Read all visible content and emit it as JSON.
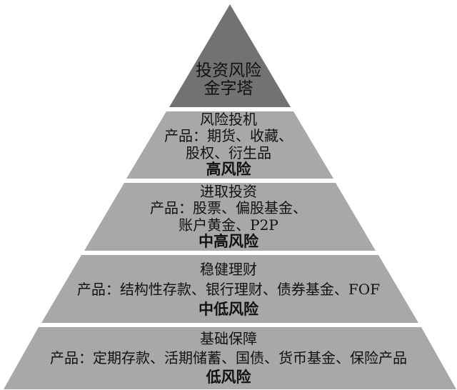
{
  "colors": {
    "apex_fill": "#727272",
    "tier_fill": "#a8a8a8",
    "background": "#ffffff",
    "text": "#111111"
  },
  "pyramid": {
    "title": {
      "line1": "投资风险",
      "line2": "金字塔"
    },
    "tiers": [
      {
        "name": "风险投机",
        "products_line1": "产品：期货、收藏、",
        "products_line2": "股权、衍生品",
        "risk_label": "高风险"
      },
      {
        "name": "进取投资",
        "products_line1": "产品：股票、偏股基金、",
        "products_line2": "账户黄金、P2P",
        "risk_label": "中高风险"
      },
      {
        "name": "稳健理财",
        "products_line1": "产品：结构性存款、银行理财、债券基金、FOF",
        "risk_label": "中低风险"
      },
      {
        "name": "基础保障",
        "products_line1": "产品：定期存款、活期储蓄、国债、货币基金、保险产品",
        "risk_label": "低风险"
      }
    ]
  }
}
